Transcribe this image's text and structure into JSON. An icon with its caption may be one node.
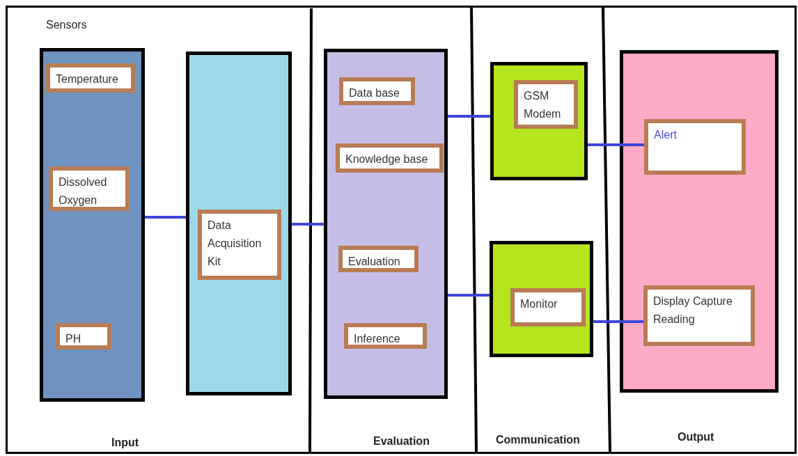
{
  "diagram": {
    "nodes": [
      {
        "text": [],
        "shape": "box"
      },
      {
        "text": [
          "Temperature"
        ],
        "in": 0
      },
      {
        "text": [
          "Dissolved Oxygen"
        ],
        "in": 0
      },
      {
        "text": [
          "PH"
        ],
        "in": 0
      },
      {
        "text": [],
        "shape": "box"
      },
      {
        "text": [
          "Data Acquisition Kit"
        ],
        "in": 4
      },
      {
        "text": [],
        "shape": "box"
      },
      {
        "text": [
          "Data base"
        ],
        "in": 6
      },
      {
        "text": [
          "Knowledge base"
        ],
        "in": 6
      },
      {
        "text": [
          "Evaluation"
        ],
        "in": 6
      },
      {
        "text": [
          "Inference"
        ],
        "in": 6
      },
      {
        "text": [],
        "shape": "box"
      },
      {
        "text": [
          "GSM Modem"
        ],
        "in": 11
      },
      {
        "text": [],
        "shape": "box"
      },
      {
        "text": [
          "Monitor"
        ],
        "in": 13
      },
      {
        "text": [],
        "shape": "box"
      },
      {
        "text": [
          "Alert"
        ],
        "in": 15
      },
      {
        "text": [
          "Display Capture Reading"
        ],
        "in": 15
      }
    ],
    "edges": [
      {
        "from": 0,
        "to": 4,
        "arrow": "none"
      },
      {
        "from": 4,
        "to": 6,
        "arrow": "none"
      },
      {
        "from": 6,
        "to": 11,
        "arrow": "none"
      },
      {
        "from": 6,
        "to": 13,
        "arrow": "none"
      },
      {
        "from": 11,
        "to": 16,
        "arrow": "none"
      },
      {
        "from": 13,
        "to": 17,
        "arrow": "none"
      }
    ],
    "labels": [
      "Sensors",
      "Input",
      "Evaluation",
      "Communication",
      "Output"
    ]
  }
}
